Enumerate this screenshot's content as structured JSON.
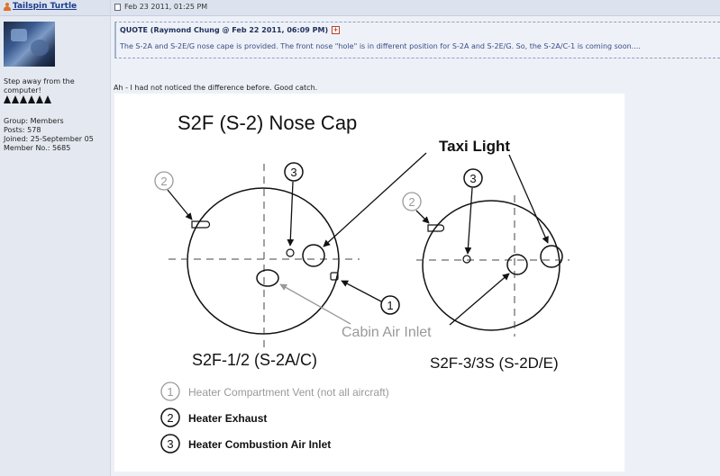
{
  "post": {
    "username": "Tailspin Turtle",
    "date": "Feb 23 2011, 01:25 PM",
    "user_title": "Step away from the computer!",
    "pip_count": 6,
    "stats": {
      "group": "Group: Members",
      "posts": "Posts: 578",
      "joined": "Joined: 25-September 05",
      "member_no": "Member No.: 5685"
    },
    "quote_header": "QUOTE (Raymond Chung @ Feb 22 2011, 06:09 PM)",
    "quote_text": "The S-2A and S-2E/G nose cape is provided. The front nose \"hole\" is in different position for S-2A and S-2E/G. So, the S-2A/C-1 is coming soon....",
    "reply_text": "Ah - I had not noticed the difference before. Good catch."
  },
  "diagram": {
    "title": "S2F (S-2) Nose Cap",
    "taxi_light": "Taxi Light",
    "cabin_air": "Cabin Air Inlet",
    "left_label": "S2F-1/2 (S-2A/C)",
    "right_label": "S2F-3/3S (S-2D/E)",
    "callout_1": "1",
    "callout_2": "2",
    "callout_3": "3",
    "legend": [
      {
        "num": "1",
        "text": "Heater Compartment Vent (not all aircraft)"
      },
      {
        "num": "2",
        "text": "Heater Exhaust"
      },
      {
        "num": "3",
        "text": "Heater Combustion Air Inlet"
      }
    ]
  }
}
